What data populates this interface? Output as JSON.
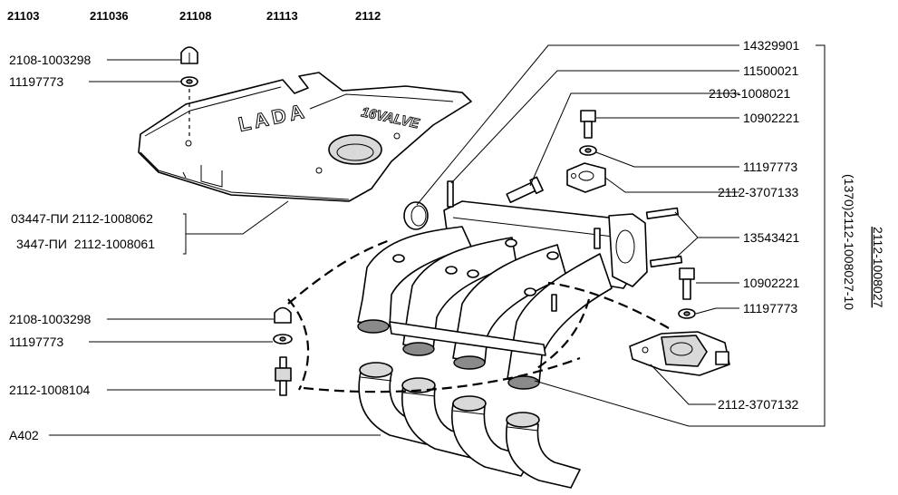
{
  "models": [
    "21103",
    "211036",
    "21108",
    "21113",
    "2112"
  ],
  "left_labels": {
    "cap_nut_top": "2108-1003298",
    "washer_top": "11197773",
    "cover_code_1": "03447-ПИ 2112-1008062",
    "cover_code_2": "3447-ПИ  2112-1008061",
    "cap_nut_bottom": "2108-1003298",
    "washer_bottom": "11197773",
    "stud": "2112-1008104",
    "hose": "A402"
  },
  "right_labels": {
    "plug": "14329901",
    "stud_small": "11500021",
    "bolt_long": "2103-1008021",
    "bolt_top": "10902221",
    "washer_right_top": "11197773",
    "bracket_top": "2112-3707133",
    "studs_pair": "13543421",
    "bolt_mid": "10902221",
    "washer_right_mid": "11197773",
    "bracket_bottom": "2112-3707132"
  },
  "vertical_labels": {
    "assembly": "2112-1008027",
    "assembly_alt": "(1370)2112-1008027-10"
  },
  "cover_text": {
    "logo": "LADA",
    "valve": "16VALVE"
  }
}
